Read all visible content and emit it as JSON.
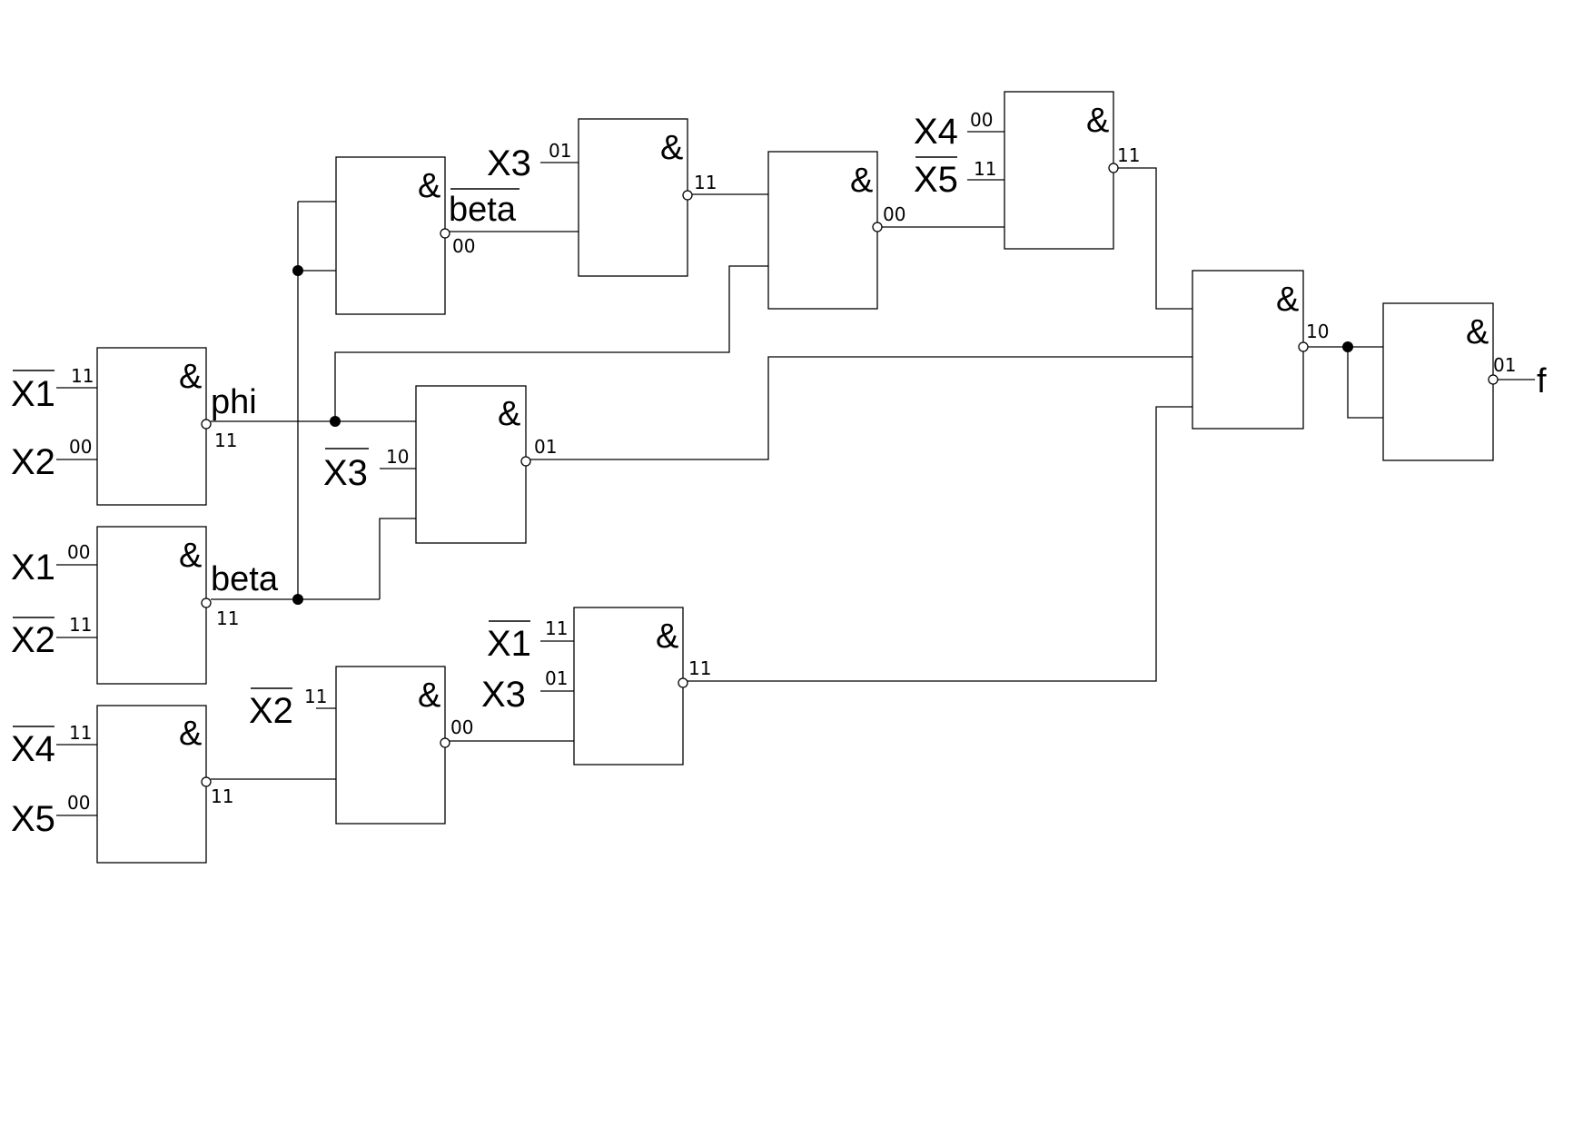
{
  "gate_symbol": "&",
  "gates": {
    "g1": {
      "inputs": [
        {
          "label": "X1",
          "negated": true,
          "code": "11"
        },
        {
          "label": "X2",
          "negated": false,
          "code": "00"
        }
      ],
      "output_code": "11",
      "output_label": "phi",
      "output_label_negated": false
    },
    "g2": {
      "inputs": [
        {
          "label": "X1",
          "negated": false,
          "code": "00"
        },
        {
          "label": "X2",
          "negated": true,
          "code": "11"
        }
      ],
      "output_code": "11",
      "output_label": "beta",
      "output_label_negated": false
    },
    "g3": {
      "inputs": [
        {
          "label": "X4",
          "negated": true,
          "code": "11"
        },
        {
          "label": "X5",
          "negated": false,
          "code": "00"
        }
      ],
      "output_code": "11"
    },
    "g4": {
      "inputs": [],
      "output_code": "00",
      "output_label": "beta",
      "output_label_negated": true
    },
    "g5": {
      "inputs": [
        {
          "label": "X3",
          "negated": true,
          "code": "10"
        }
      ],
      "output_code": "01"
    },
    "g6": {
      "inputs": [
        {
          "label": "X2",
          "negated": true,
          "code": "11"
        }
      ],
      "output_code": "00"
    },
    "g7": {
      "inputs": [
        {
          "label": "X3",
          "negated": false,
          "code": "01"
        }
      ],
      "output_code": "11"
    },
    "g8": {
      "inputs": [
        {
          "label": "X1",
          "negated": true,
          "code": "11"
        },
        {
          "label": "X3",
          "negated": false,
          "code": "01"
        }
      ],
      "output_code": "11"
    },
    "g9": {
      "inputs": [],
      "output_code": "00"
    },
    "g10": {
      "inputs": [
        {
          "label": "X4",
          "negated": false,
          "code": "00"
        },
        {
          "label": "X5",
          "negated": true,
          "code": "11"
        }
      ],
      "output_code": "11"
    },
    "g11": {
      "inputs": [],
      "output_code": "10"
    },
    "g12": {
      "inputs": [],
      "output_code": "01",
      "output_label": "f",
      "output_label_negated": false
    }
  }
}
